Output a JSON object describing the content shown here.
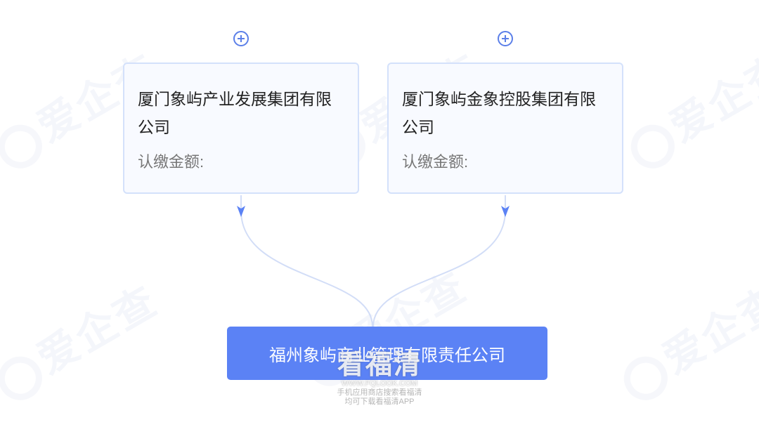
{
  "watermark": {
    "text": "爱企查"
  },
  "shareholders": [
    {
      "name": "厦门象屿产业发展集团有限公司",
      "amount_label": "认缴金额:"
    },
    {
      "name": "厦门象屿金象控股集团有限公司",
      "amount_label": "认缴金额:"
    }
  ],
  "company": {
    "name": "福州象屿商业管理有限责任公司"
  },
  "stamp": {
    "brand": "看福清",
    "url": "WWW.FQLOOK.COM",
    "line1": "手机应用商店搜索看福清",
    "line2": "均可下载看福清APP"
  },
  "colors": {
    "accent": "#5b82f5",
    "card_border": "#d4e1fb",
    "link": "#d2ddf7"
  }
}
